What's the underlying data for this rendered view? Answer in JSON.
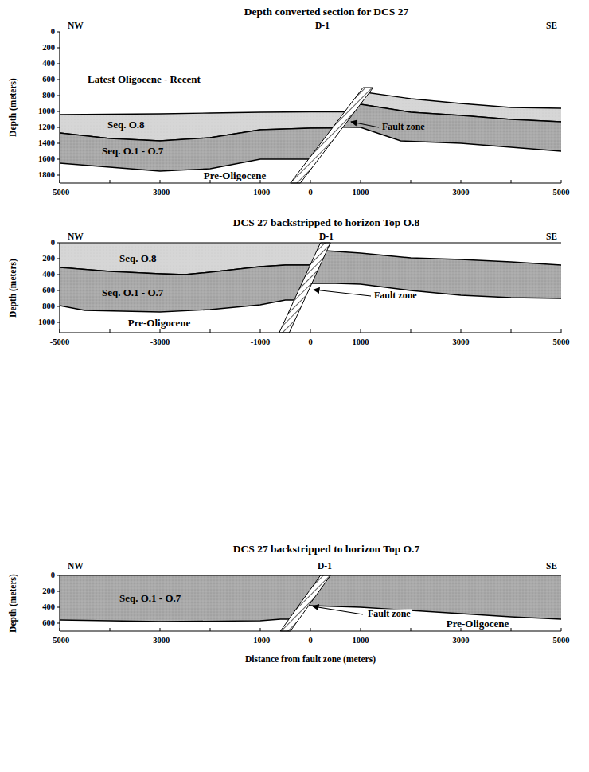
{
  "diagram": {
    "labels": [
      "Depth converted section for DCS 27",
      "NW",
      "D-1",
      "SE",
      "0",
      "200",
      "400",
      "600",
      "800",
      "1000",
      "1200",
      "1400",
      "1600",
      "1800",
      "Depth (meters)",
      "Latest Oligocene - Recent",
      "Seq. O.8",
      "Seq. O.1 - O.7",
      "Pre-Oligocene",
      "Fault zone",
      "-5000",
      "-3000",
      "-1000",
      "0",
      "1000",
      "3000",
      "5000",
      "DCS 27 backstripped to horizon Top O.8",
      "NW",
      "D-1",
      "SE",
      "0",
      "200",
      "400",
      "600",
      "800",
      "1000",
      "Depth (meters)",
      "Seq. O.8",
      "Seq. O.1 - O.7",
      "Pre-Oligocene",
      "Fault zone",
      "-5000",
      "-3000",
      "-1000",
      "0",
      "1000",
      "3000",
      "5000",
      "DCS 27 backstripped to horizon Top O.7",
      "NW",
      "D-1",
      "SE",
      "0",
      "200",
      "400",
      "600",
      "Depth (meters)",
      "Seq. O.1 - O.7",
      "Fault zone",
      "Pre-Oligocene",
      "-5000",
      "-3000",
      "-1000",
      "0",
      "1000",
      "3000",
      "5000",
      "Distance from fault zone (meters)"
    ]
  }
}
